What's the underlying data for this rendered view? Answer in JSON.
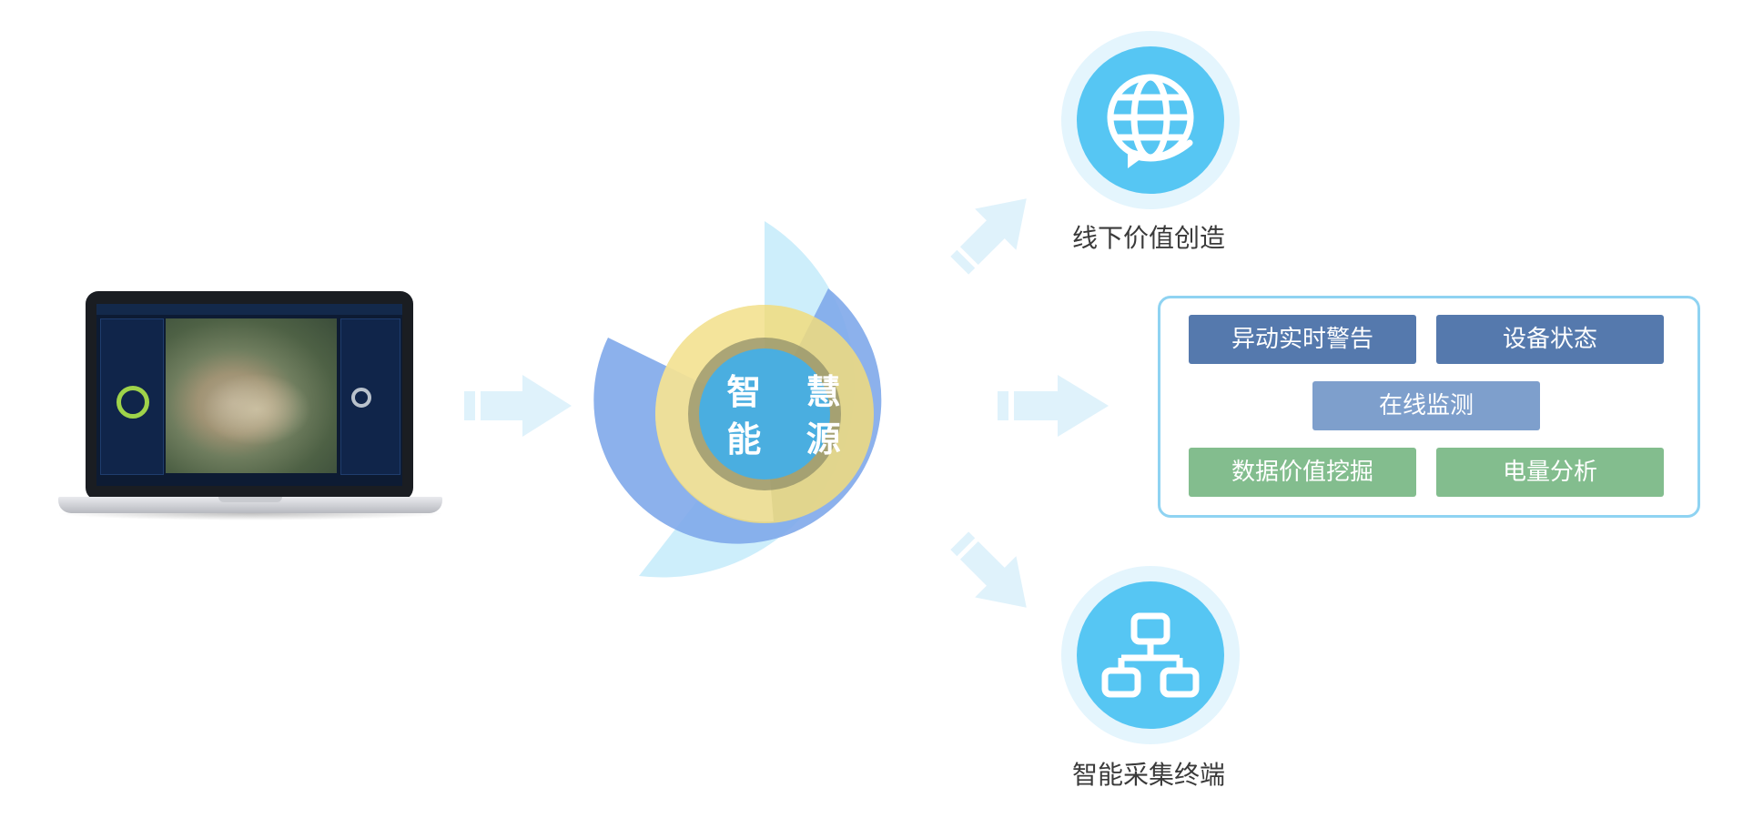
{
  "center": {
    "line1": "智 慧",
    "line2": "能 源"
  },
  "top_node": {
    "label": "线下价值创造",
    "icon": "globe-chat-icon"
  },
  "bottom_node": {
    "label": "智能采集终端",
    "icon": "hierarchy-icon"
  },
  "features": {
    "items": [
      {
        "label": "异动实时警告",
        "tone": "blue"
      },
      {
        "label": "设备状态",
        "tone": "blue"
      },
      {
        "label": "在线监测",
        "tone": "lightblue"
      },
      {
        "label": "数据价值挖掘",
        "tone": "green"
      },
      {
        "label": "电量分析",
        "tone": "green"
      }
    ]
  },
  "colors": {
    "ring_light": "#cdeefb",
    "ring_blue": "#7fa8ea",
    "ring_yellow": "#f1dc7c",
    "core": "#4aaee0",
    "arrow": "#dff2fb",
    "tag_blue": "#5579ad",
    "tag_lightblue": "#7e9fcc",
    "tag_green": "#83bd8e",
    "box_border": "#8fd3f2"
  }
}
